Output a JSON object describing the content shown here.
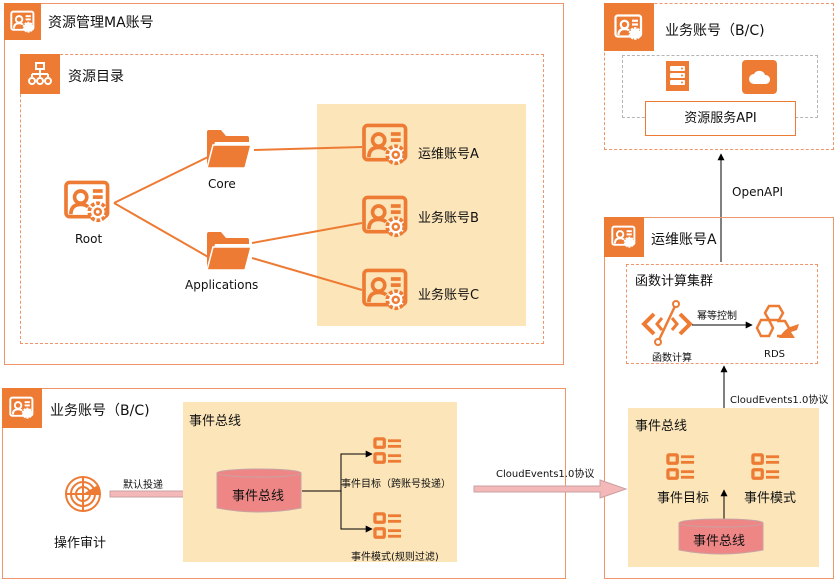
{
  "colors": {
    "accent": "#ed7b34",
    "border": "#f0956a",
    "zone": "#fbe5b9",
    "cylinder": "#ee8686",
    "arrow_fill": "#f5b8b8"
  },
  "ma_account": {
    "title": "资源管理MA账号",
    "icon": "account-settings-icon",
    "directory": {
      "title": "资源目录",
      "icon": "org-tree-icon",
      "root_label": "Root",
      "folders": [
        {
          "label": "Core",
          "icon": "folder-icon"
        },
        {
          "label": "Applications",
          "icon": "folder-icon"
        }
      ],
      "accounts": [
        {
          "label": "运维账号A",
          "icon": "account-settings-icon"
        },
        {
          "label": "业务账号B",
          "icon": "account-settings-icon"
        },
        {
          "label": "业务账号C",
          "icon": "account-settings-icon"
        }
      ]
    }
  },
  "biz_account_top": {
    "title": "业务账号（B/C)",
    "icons": [
      "server-icon",
      "cloud-icon"
    ],
    "api_label": "资源服务API"
  },
  "openapi_label": "OpenAPI",
  "ops_account": {
    "title": "运维账号A",
    "fc_cluster": {
      "title": "函数计算集群",
      "fc_label": "函数计算",
      "edge_label": "幂等控制",
      "rds_label": "RDS"
    },
    "protocol_label": "CloudEvents1.0协议",
    "eventbus": {
      "title": "事件总线",
      "target_label": "事件目标",
      "pattern_label": "事件模式",
      "bus_label": "事件总线"
    }
  },
  "biz_account_bottom": {
    "title": "业务账号（B/C)",
    "audit_label": "操作审计",
    "deliver_label": "默认投递",
    "eventbus": {
      "title": "事件总线",
      "bus_label": "事件总线",
      "target_label": "事件目标（跨账号投递）",
      "pattern_label": "事件模式(规则过滤)"
    }
  },
  "cross_protocol_label": "CloudEvents1.0协议"
}
